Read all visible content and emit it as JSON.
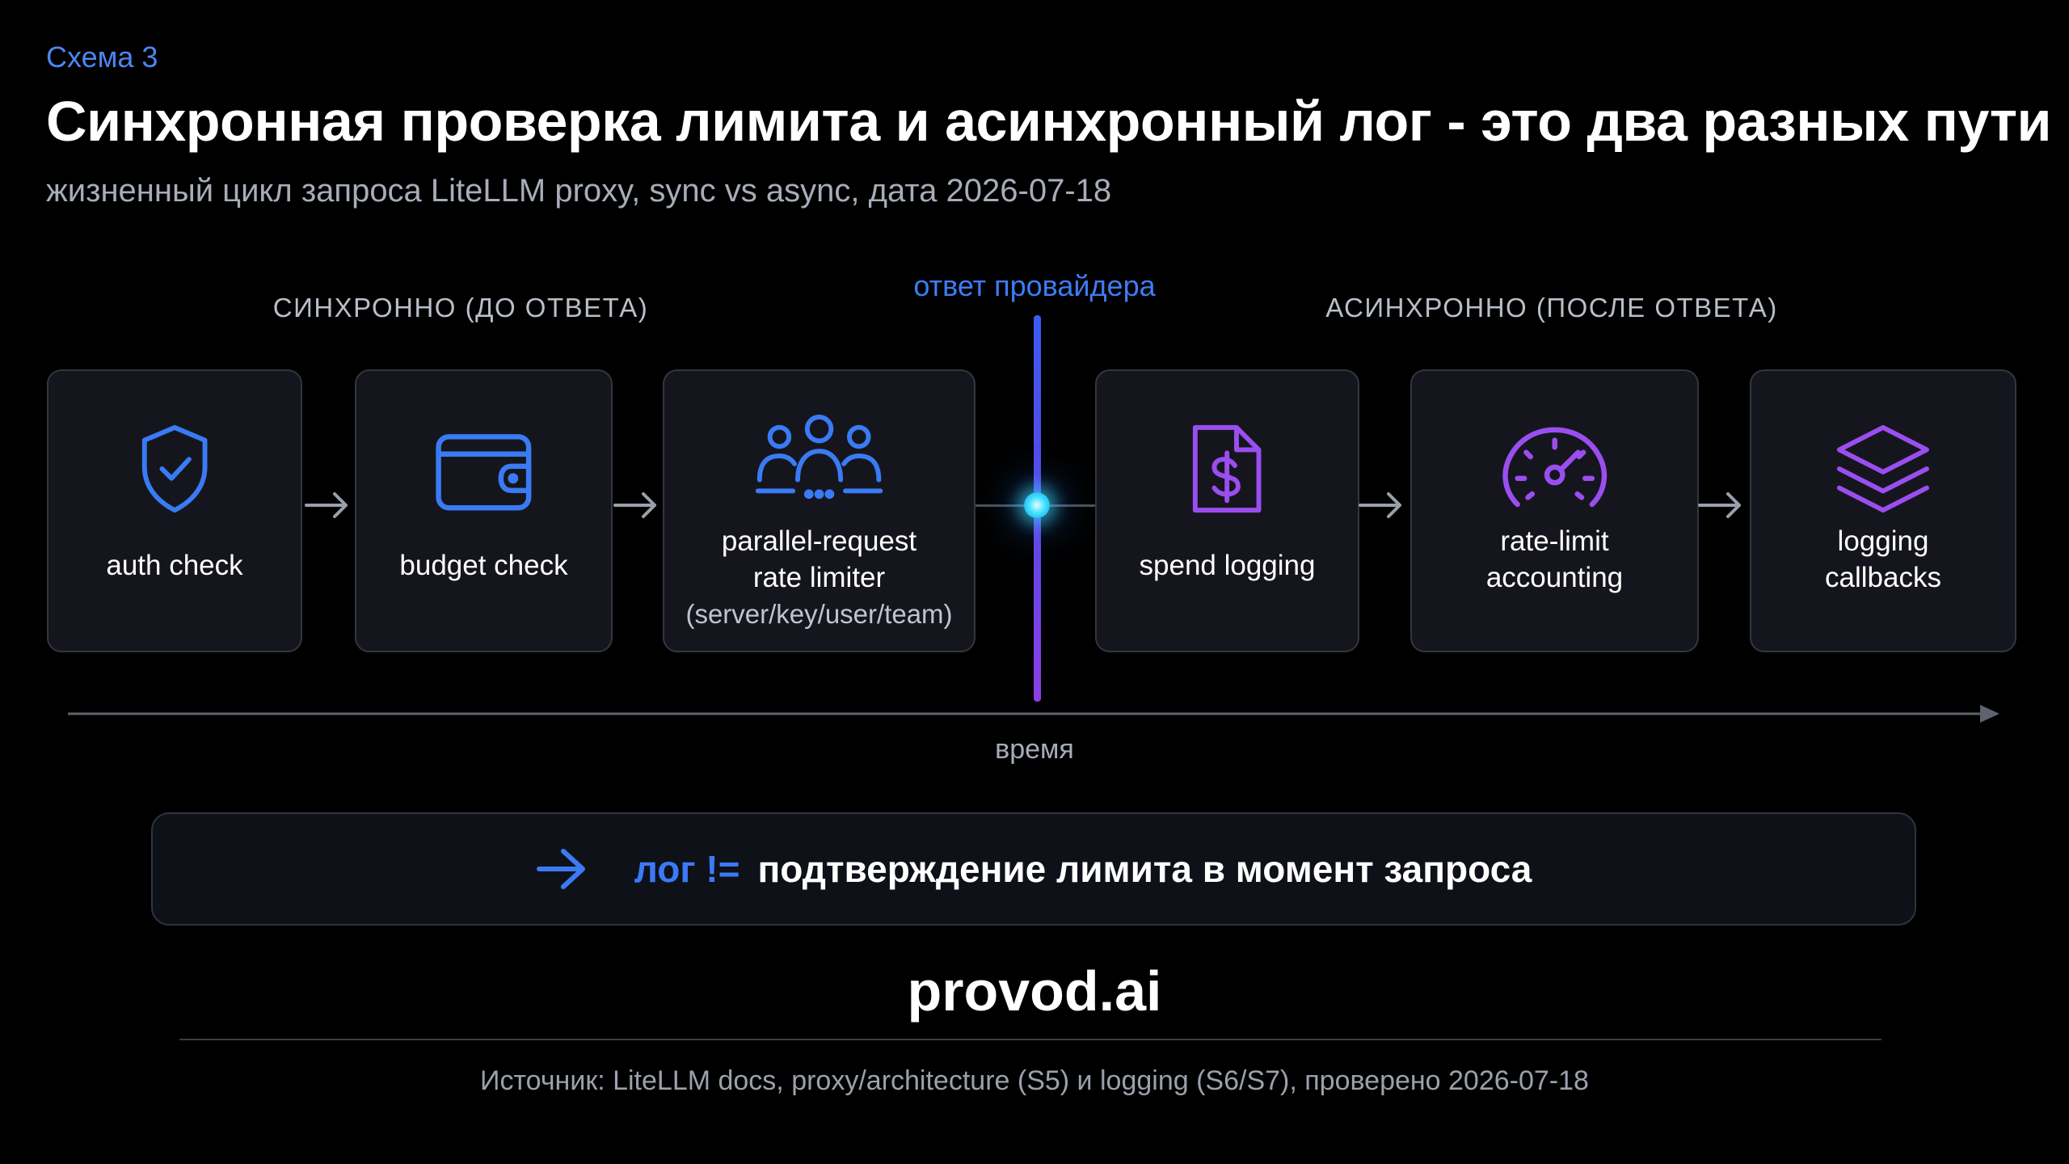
{
  "header": {
    "eyebrow": "Схема 3",
    "title": "Синхронная проверка лимита и асинхронный лог - это два разных пути",
    "subtitle": "жизненный цикл запроса LiteLLM proxy, sync vs async, дата 2026-07-18"
  },
  "sections": {
    "sync_label": "СИНХРОННО (ДО ОТВЕТА)",
    "divider_label": "ответ провайдера",
    "async_label": "АСИНХРОННО (ПОСЛЕ ОТВЕТА)"
  },
  "sync_steps": [
    {
      "label": "auth check",
      "icon": "shield-check-icon"
    },
    {
      "label": "budget check",
      "icon": "wallet-icon"
    },
    {
      "label": "parallel-request\nrate limiter",
      "sub": "(server/key/user/team)",
      "icon": "users-group-icon"
    }
  ],
  "async_steps": [
    {
      "label": "spend logging",
      "icon": "dollar-document-icon"
    },
    {
      "label": "rate-limit\naccounting",
      "icon": "gauge-icon"
    },
    {
      "label": "logging\ncallbacks",
      "icon": "layers-icon"
    }
  ],
  "timeline": {
    "label": "время"
  },
  "callout": {
    "accent": "лог !=",
    "text": "подтверждение лимита в момент запроса",
    "icon": "arrow-right-icon"
  },
  "brand": "provod.ai",
  "footer": {
    "source": "Источник: LiteLLM docs, proxy/architecture (S5) и logging (S6/S7), проверено 2026-07-18"
  },
  "colors": {
    "background": "#000000",
    "accent_blue": "#3a7bf5",
    "accent_purple": "#9a4ef0",
    "divider_glow": "#3fe2ff",
    "card_bg": "#15161d",
    "card_border": "#33363f"
  }
}
